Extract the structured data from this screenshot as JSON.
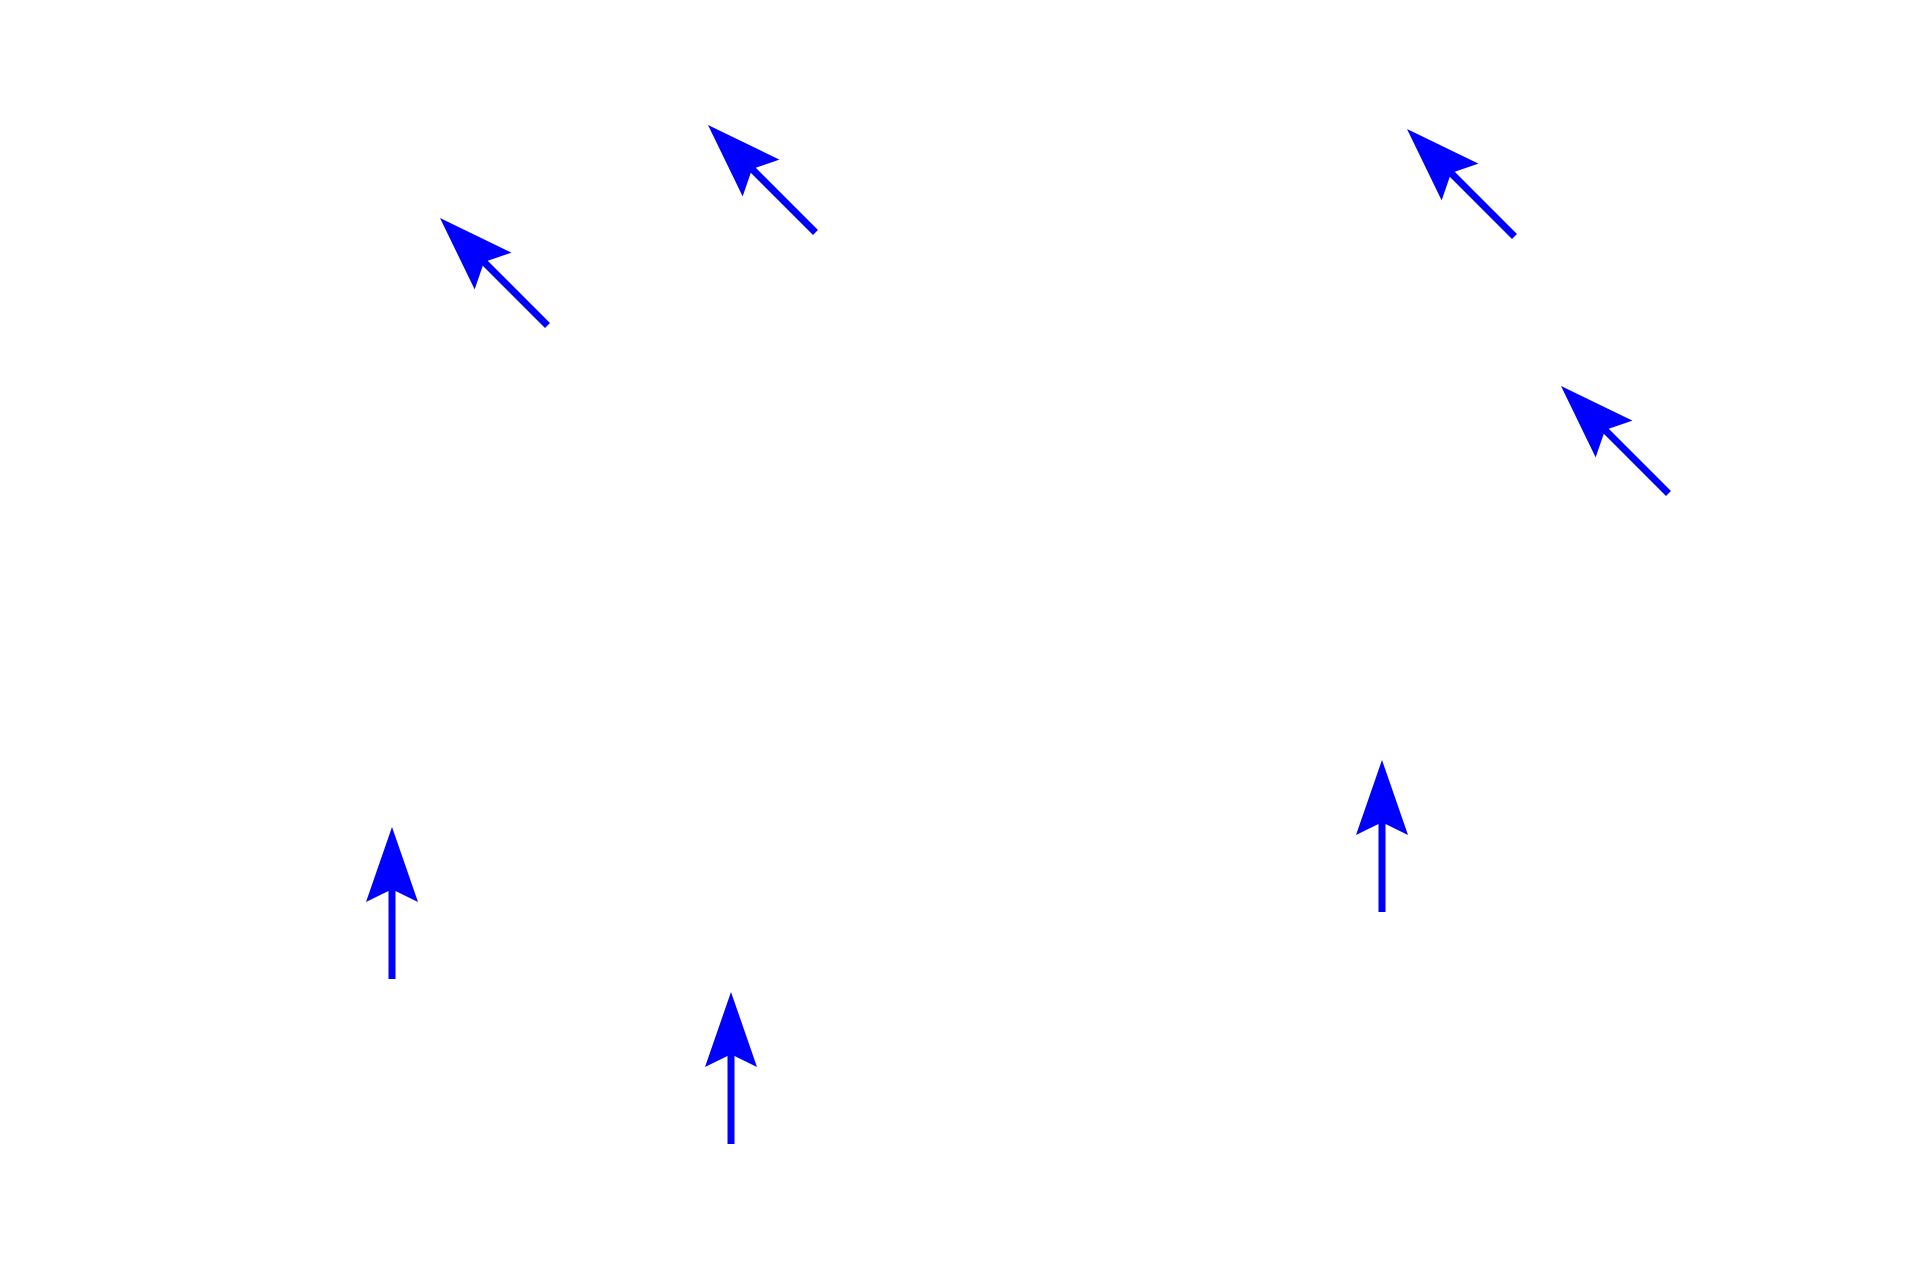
{
  "canvas": {
    "background": "#ffffff"
  },
  "arrows": {
    "color": "#0000ff",
    "icon": "arrow-icon",
    "items": [
      {
        "name": "arrow-up-left-1",
        "direction": "up-left"
      },
      {
        "name": "arrow-up-left-2",
        "direction": "up-left"
      },
      {
        "name": "arrow-up-left-3",
        "direction": "up-left"
      },
      {
        "name": "arrow-up-left-4",
        "direction": "up-left"
      },
      {
        "name": "arrow-up-1",
        "direction": "up"
      },
      {
        "name": "arrow-up-2",
        "direction": "up"
      },
      {
        "name": "arrow-up-3",
        "direction": "up"
      }
    ]
  }
}
